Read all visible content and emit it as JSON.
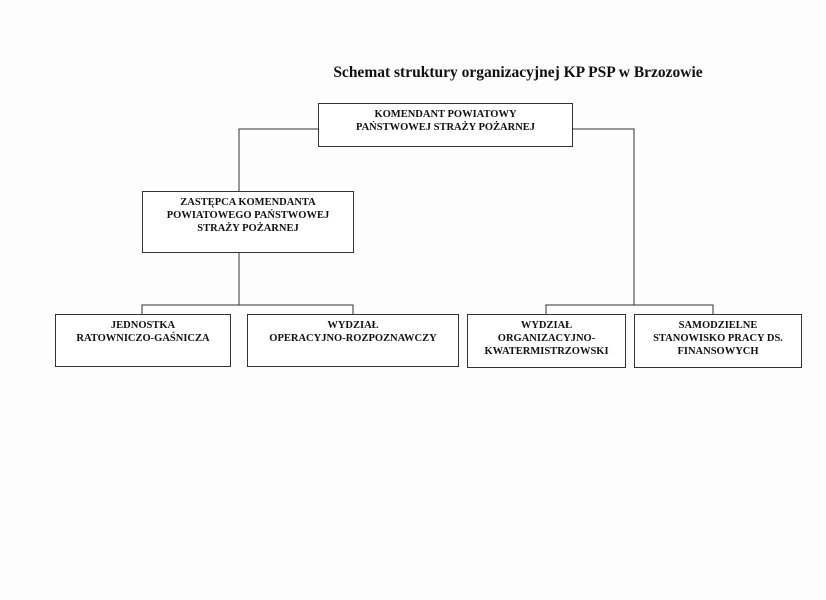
{
  "title": "Schemat struktury organizacyjnej KP PSP w Brzozowie",
  "nodes": {
    "commander": [
      "KOMENDANT POWIATOWY",
      "PAŃSTWOWEJ STRAŻY POŻARNEJ"
    ],
    "deputy": [
      "ZASTĘPCA KOMENDANTA",
      "POWIATOWEGO PAŃSTWOWEJ",
      "STRAŻY POŻARNEJ"
    ],
    "rescue_unit": [
      "JEDNOSTKA",
      "RATOWNICZO-GAŚNICZA"
    ],
    "operations": [
      "WYDZIAŁ",
      "OPERACYJNO-ROZPOZNAWCZY"
    ],
    "organization": [
      "WYDZIAŁ",
      "ORGANIZACYJNO-",
      "KWATERMISTRZOWSKI"
    ],
    "finance": [
      "SAMODZIELNE",
      "STANOWISKO PRACY DS.",
      "FINANSOWYCH"
    ]
  }
}
